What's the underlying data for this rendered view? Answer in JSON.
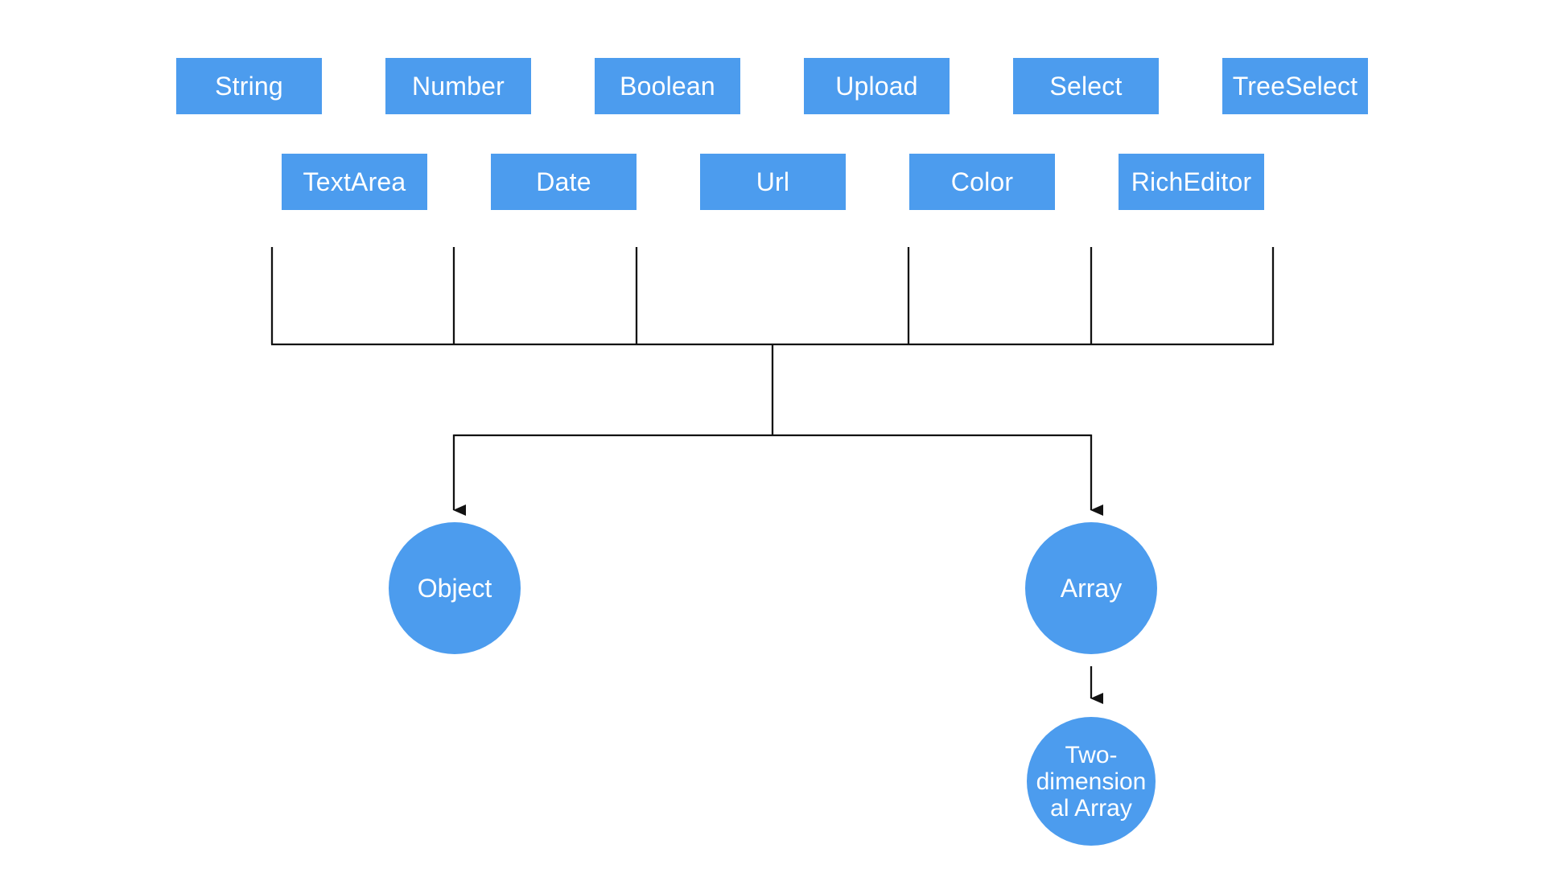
{
  "diagram": {
    "field_type_nodes_row1": [
      "String",
      "Number",
      "Boolean",
      "Upload",
      "Select",
      "TreeSelect"
    ],
    "field_type_nodes_row2": [
      "TextArea",
      "Date",
      "Url",
      "Color",
      "RichEditor"
    ],
    "container_nodes": {
      "object": {
        "label": "Object"
      },
      "array": {
        "label": "Array"
      },
      "two_dimensional_array": {
        "label": "Two-dimensional Array",
        "lines": [
          "Two-",
          "dimension",
          "al Array"
        ]
      }
    },
    "colors": {
      "node_fill": "#4C9CEE",
      "node_text": "#FFFFFF",
      "connector": "#121212",
      "background": "#FFFFFF"
    }
  }
}
